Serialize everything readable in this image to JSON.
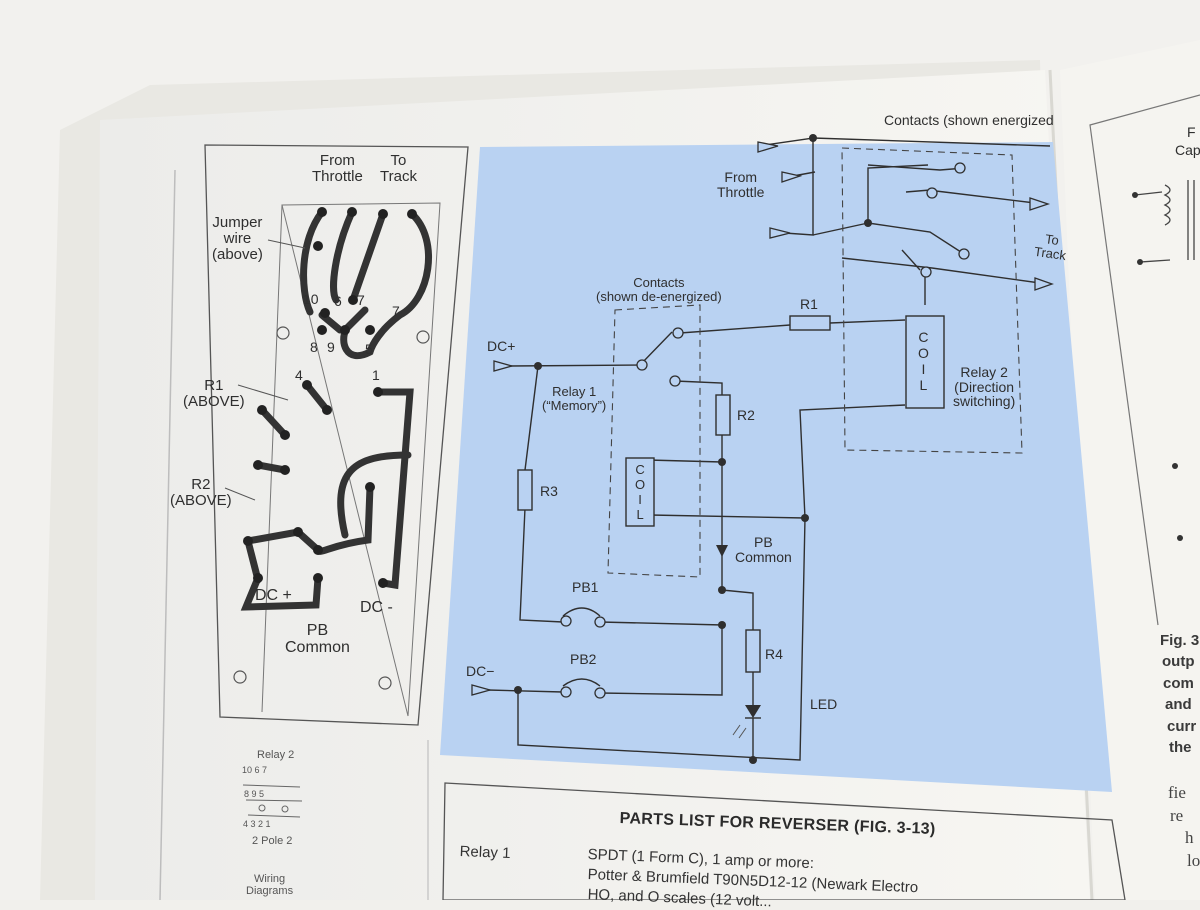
{
  "left_figure": {
    "from_throttle": [
      "From",
      "Throttle"
    ],
    "to_track": [
      "To",
      "Track"
    ],
    "jumper_wire": [
      "Jumper",
      "wire",
      "(above)"
    ],
    "pin_numbers": [
      "10",
      "6",
      "7",
      "7",
      "8",
      "9",
      "5",
      "4",
      "1"
    ],
    "r1": [
      "R1",
      "(ABOVE)"
    ],
    "r2": [
      "R2",
      "(ABOVE)"
    ],
    "dc_plus": "DC +",
    "dc_minus": "DC -",
    "pb_common": [
      "PB",
      "Common"
    ]
  },
  "small_diagram": {
    "relay_label": "Relay 2",
    "top_pins": "10   6   7",
    "mid_pins": "8   9   5",
    "bottom_pins": "4  3    2    1",
    "pole_label": "2 Pole   2",
    "caption": [
      "Wiring",
      "Diagrams"
    ]
  },
  "schematic": {
    "contacts_energized": "Contacts (shown energized",
    "from_throttle": [
      "From",
      "Throttle"
    ],
    "to_track": [
      "To",
      "Track"
    ],
    "contacts_deenergized": [
      "Contacts",
      "(shown de-energized)"
    ],
    "dc_plus": "DC+",
    "dc_minus": "DC−",
    "relay1": [
      "Relay 1",
      "(“Memory”)"
    ],
    "relay2": [
      "Relay 2",
      "(Direction",
      "switching)"
    ],
    "coil": [
      "C",
      "O",
      "I",
      "L"
    ],
    "r1": "R1",
    "r2": "R2",
    "r3": "R3",
    "r4": "R4",
    "pb_common": [
      "PB",
      "Common"
    ],
    "pb1": "PB1",
    "pb2": "PB2",
    "led": "LED"
  },
  "parts_list": {
    "title": "PARTS LIST FOR REVERSER (FIG. 3-13)",
    "item": "Relay 1",
    "lines": [
      "SPDT (1 Form C), 1 amp or more:",
      "Potter & Brumfield T90N5D12-12 (Newark Electro",
      "HO, and O scales (12 volt..."
    ]
  },
  "right_page": {
    "fig_top": [
      "F",
      "Cap"
    ],
    "caption_lines": [
      "Fig. 3",
      "outp",
      "com",
      "and",
      "curr",
      "the"
    ],
    "body_lines": [
      "fie",
      "re",
      "h",
      "lo"
    ]
  }
}
